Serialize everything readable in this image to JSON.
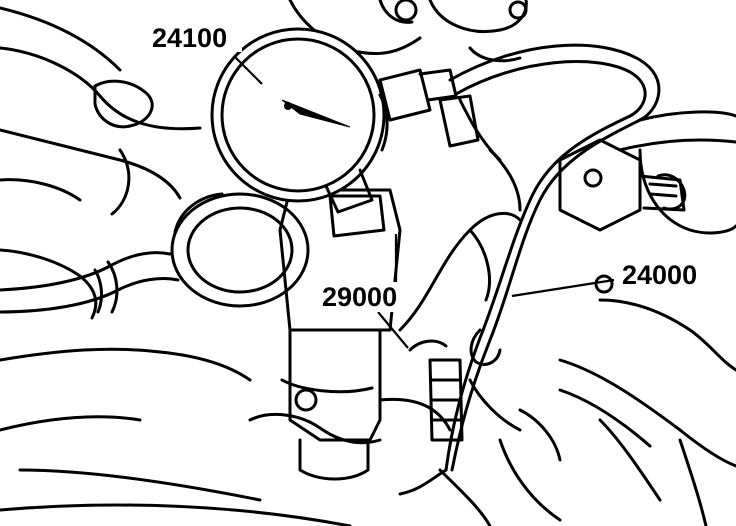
{
  "figure": {
    "callouts": {
      "pressure_gauge": "24100",
      "hose": "29000",
      "fitting": "24000"
    }
  }
}
